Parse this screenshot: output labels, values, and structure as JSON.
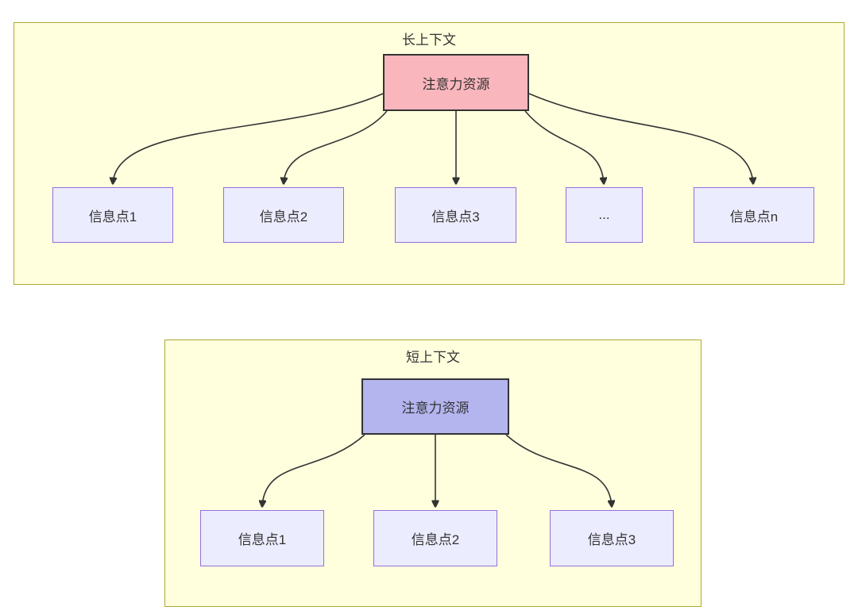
{
  "colors": {
    "container_fill": "#ffffde",
    "container_border": "#aaaa33",
    "attention_long_fill": "#f9b6bc",
    "attention_short_fill": "#b4b4ef",
    "attention_border": "#333333",
    "info_fill": "#ECECFF",
    "info_border": "#9370DB",
    "arrow": "#333333",
    "text": "#333333"
  },
  "long_context": {
    "title": "长上下文",
    "attention_label": "注意力资源",
    "info_points": [
      "信息点1",
      "信息点2",
      "信息点3",
      "...",
      "信息点n"
    ]
  },
  "short_context": {
    "title": "短上下文",
    "attention_label": "注意力资源",
    "info_points": [
      "信息点1",
      "信息点2",
      "信息点3"
    ]
  }
}
